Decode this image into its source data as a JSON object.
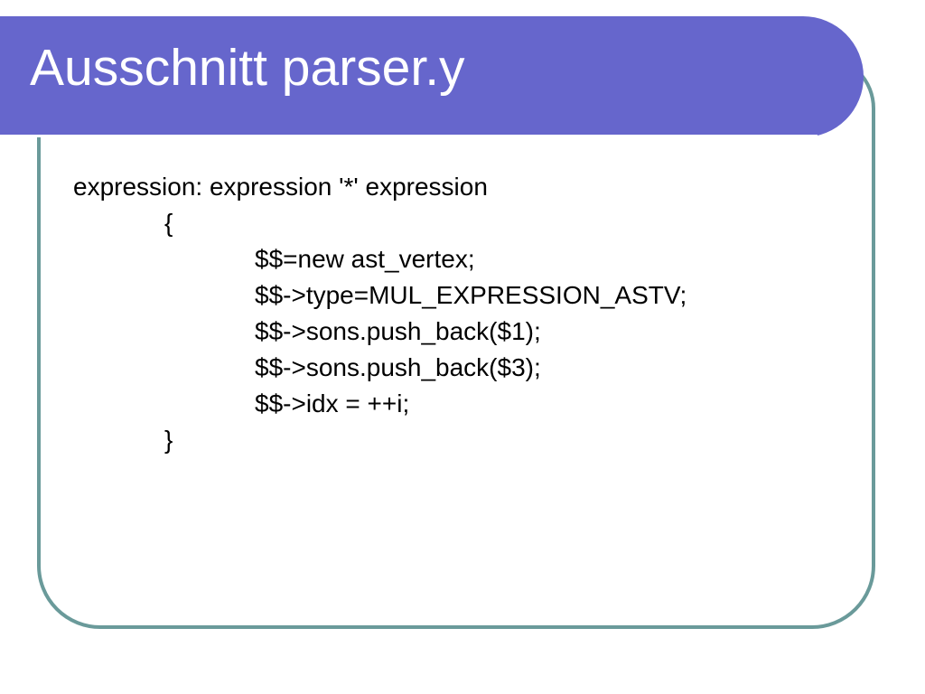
{
  "slide": {
    "title": "Ausschnitt parser.y",
    "colors": {
      "title_band": "#6666cc",
      "frame_border": "#6a9a9a",
      "title_text": "#ffffff",
      "body_text": "#000000"
    },
    "code_lines": [
      {
        "text": "expression: expression '*' expression",
        "indent": 0
      },
      {
        "text": "{",
        "indent": 1
      },
      {
        "text": "$$=new ast_vertex;",
        "indent": 2
      },
      {
        "text": "$$->type=MUL_EXPRESSION_ASTV;",
        "indent": 2
      },
      {
        "text": "$$->sons.push_back($1);",
        "indent": 2
      },
      {
        "text": "$$->sons.push_back($3);",
        "indent": 2
      },
      {
        "text": "$$->idx = ++i;",
        "indent": 2
      },
      {
        "text": "}",
        "indent": 1
      }
    ]
  }
}
